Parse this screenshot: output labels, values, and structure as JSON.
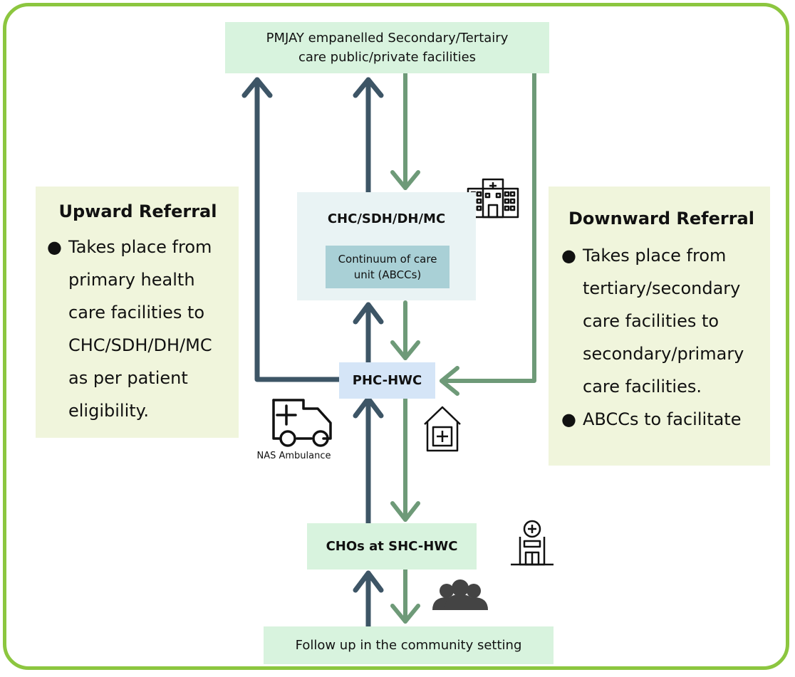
{
  "top_facility": {
    "line1": "PMJAY empanelled Secondary/Tertairy",
    "line2": "care public/private facilities"
  },
  "chc": {
    "title": "CHC/SDH/DH/MC",
    "unit_line1": "Continuum of care",
    "unit_line2": "unit  (ABCCs)"
  },
  "phc": {
    "label": "PHC-HWC"
  },
  "cho": {
    "label": "CHOs at SHC-HWC"
  },
  "community": {
    "label": "Follow up in the community setting"
  },
  "ambulance": {
    "label": "NAS Ambulance"
  },
  "upward": {
    "title": "Upward Referral",
    "bullet_lines": [
      "Takes place from",
      "primary health",
      "care facilities to",
      "CHC/SDH/DH/MC",
      "as per patient",
      "eligibility."
    ]
  },
  "downward": {
    "title": "Downward Referral",
    "bullet1_lines": [
      "Takes place from",
      "tertiary/secondary",
      "care facilities to",
      "secondary/primary",
      "care facilities."
    ],
    "bullet2": "ABCCs to facilitate"
  },
  "icons": [
    "hospital-building-icon",
    "ambulance-icon",
    "clinic-house-icon",
    "health-center-icon",
    "people-group-icon"
  ],
  "colors": {
    "border": "#8cc63f",
    "upward_arrow": "#3d5566",
    "downward_arrow": "#6e9a78",
    "top_box": "#d8f3de",
    "chc_box": "#e9f3f4",
    "abcc_box": "#a9d0d6",
    "phc_box": "#d5e5f7",
    "side_box": "#f0f5dc"
  }
}
